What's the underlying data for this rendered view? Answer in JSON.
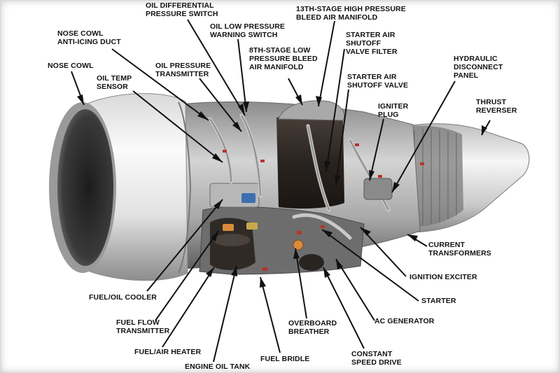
{
  "colors": {
    "background": "#ffffff",
    "label_text": "#111111",
    "leader_line": "#111111",
    "engine_metal": "#9a9a9a",
    "engine_dark": "#2f2a26",
    "accent_red": "#b8332b",
    "accent_orange": "#d98a3a"
  },
  "labels": {
    "oil_differential_pressure_switch": "OIL DIFFERENTIAL\nPRESSURE SWITCH",
    "high_pressure_bleed_manifold": "13TH-STAGE HIGH PRESSURE\nBLEED AIR MANIFOLD",
    "nose_cowl_anti_icing_duct": "NOSE COWL\nANTI-ICING DUCT",
    "oil_low_pressure_warning_switch": "OIL LOW PRESSURE\nWARNING SWITCH",
    "starter_air_shutoff_valve_filter": "STARTER AIR\nSHUTOFF\nVALVE FILTER",
    "low_pressure_bleed_manifold": "8TH-STAGE LOW\nPRESSURE BLEED\nAIR MANIFOLD",
    "hydraulic_disconnect_panel": "HYDRAULIC\nDISCONNECT\nPANEL",
    "nose_cowl": "NOSE COWL",
    "oil_pressure_transmitter": "OIL PRESSURE\nTRANSMITTER",
    "oil_temp_sensor": "OIL TEMP\nSENSOR",
    "starter_air_shutoff_valve": "STARTER AIR\nSHUTOFF VALVE",
    "thrust_reverser": "THRUST\nREVERSER",
    "igniter_plug": "IGNITER\nPLUG",
    "current_transformers": "CURRENT\nTRANSFORMERS",
    "ignition_exciter": "IGNITION EXCITER",
    "fuel_oil_cooler": "FUEL/OIL COOLER",
    "starter": "STARTER",
    "fuel_flow_transmitter": "FUEL FLOW\nTRANSMITTER",
    "ac_generator": "AC GENERATOR",
    "overboard_breather": "OVERBOARD\nBREATHER",
    "fuel_air_heater": "FUEL/AIR HEATER",
    "constant_speed_drive": "CONSTANT\nSPEED DRIVE",
    "fuel_bridle": "FUEL BRIDLE",
    "engine_oil_tank": "ENGINE OIL TANK"
  }
}
